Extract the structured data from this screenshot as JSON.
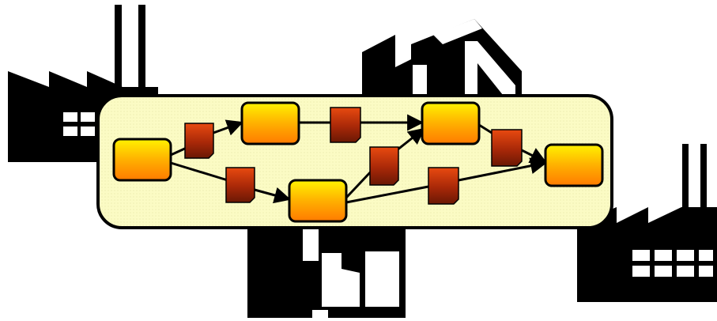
{
  "diagram": {
    "type": "workflow-over-factories",
    "colors": {
      "background": "#ffffff",
      "factory": "#000000",
      "panel_fill": "#fbfbc4",
      "panel_stroke": "#000000",
      "process_gradient": [
        "#fff200",
        "#ffb000",
        "#ff7a00"
      ],
      "document_gradient": [
        "#e84a10",
        "#a82808",
        "#6a1804"
      ],
      "arrow": "#000000"
    },
    "icons": [
      "factory-icon",
      "factory-icon",
      "factory-icon",
      "factory-icon"
    ],
    "nodes": [
      {
        "id": "p1",
        "kind": "process"
      },
      {
        "id": "p2",
        "kind": "process"
      },
      {
        "id": "p3",
        "kind": "process"
      },
      {
        "id": "p4",
        "kind": "process"
      },
      {
        "id": "p5",
        "kind": "process"
      }
    ],
    "documents": [
      {
        "id": "d1"
      },
      {
        "id": "d2"
      },
      {
        "id": "d3"
      },
      {
        "id": "d4"
      },
      {
        "id": "d5"
      },
      {
        "id": "d6"
      }
    ],
    "edges": [
      {
        "from": "p1",
        "via": "d1",
        "to": "p2"
      },
      {
        "from": "p1",
        "via": "d2",
        "to": "p3"
      },
      {
        "from": "p2",
        "via": "d3",
        "to": "p4"
      },
      {
        "from": "p3",
        "via": "d4",
        "to": "p4"
      },
      {
        "from": "p3",
        "via": "d5",
        "to": "p5"
      },
      {
        "from": "p4",
        "via": "d6",
        "to": "p5"
      }
    ]
  }
}
